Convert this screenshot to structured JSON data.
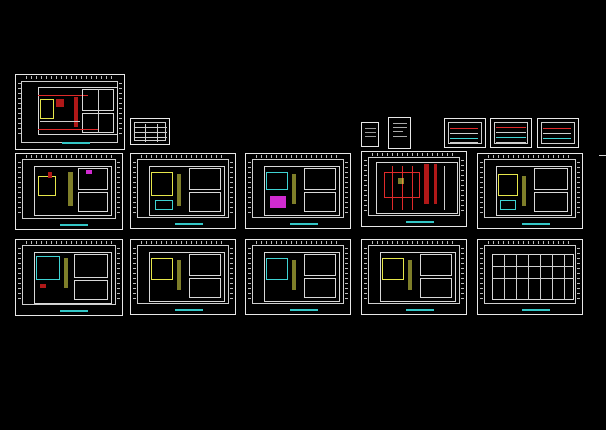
{
  "viewport": {
    "background": "#000000",
    "line_color": "#e8e8e8"
  },
  "colors": {
    "yellow": "#e6e64a",
    "cyan": "#3fd3d3",
    "red": "#e02a2a",
    "magenta": "#d02bd0"
  },
  "drawing_sheets": [
    {
      "id": "floor-plan-1",
      "kind": "floor-plan",
      "accent": "red"
    },
    {
      "id": "legend-table",
      "kind": "table"
    },
    {
      "id": "notes-sheet-1",
      "kind": "text"
    },
    {
      "id": "notes-sheet-2",
      "kind": "text"
    },
    {
      "id": "schedule-1",
      "kind": "schedule"
    },
    {
      "id": "schedule-2",
      "kind": "schedule"
    },
    {
      "id": "schedule-3",
      "kind": "schedule"
    },
    {
      "id": "floor-plan-2",
      "kind": "floor-plan",
      "accent": "yellow"
    },
    {
      "id": "floor-plan-3",
      "kind": "floor-plan",
      "accent": "yellow"
    },
    {
      "id": "floor-plan-4",
      "kind": "floor-plan",
      "accent": "magenta"
    },
    {
      "id": "floor-plan-5",
      "kind": "floor-plan",
      "accent": "red"
    },
    {
      "id": "floor-plan-6",
      "kind": "floor-plan",
      "accent": "yellow"
    },
    {
      "id": "floor-plan-7",
      "kind": "floor-plan",
      "accent": "cyan"
    },
    {
      "id": "floor-plan-8",
      "kind": "floor-plan",
      "accent": "yellow"
    },
    {
      "id": "floor-plan-9",
      "kind": "floor-plan",
      "accent": "cyan"
    },
    {
      "id": "floor-plan-10",
      "kind": "floor-plan",
      "accent": "yellow"
    },
    {
      "id": "elevation-1",
      "kind": "elevation",
      "accent": "cyan"
    }
  ],
  "crosshair_icon": "crosshair-cursor-icon"
}
